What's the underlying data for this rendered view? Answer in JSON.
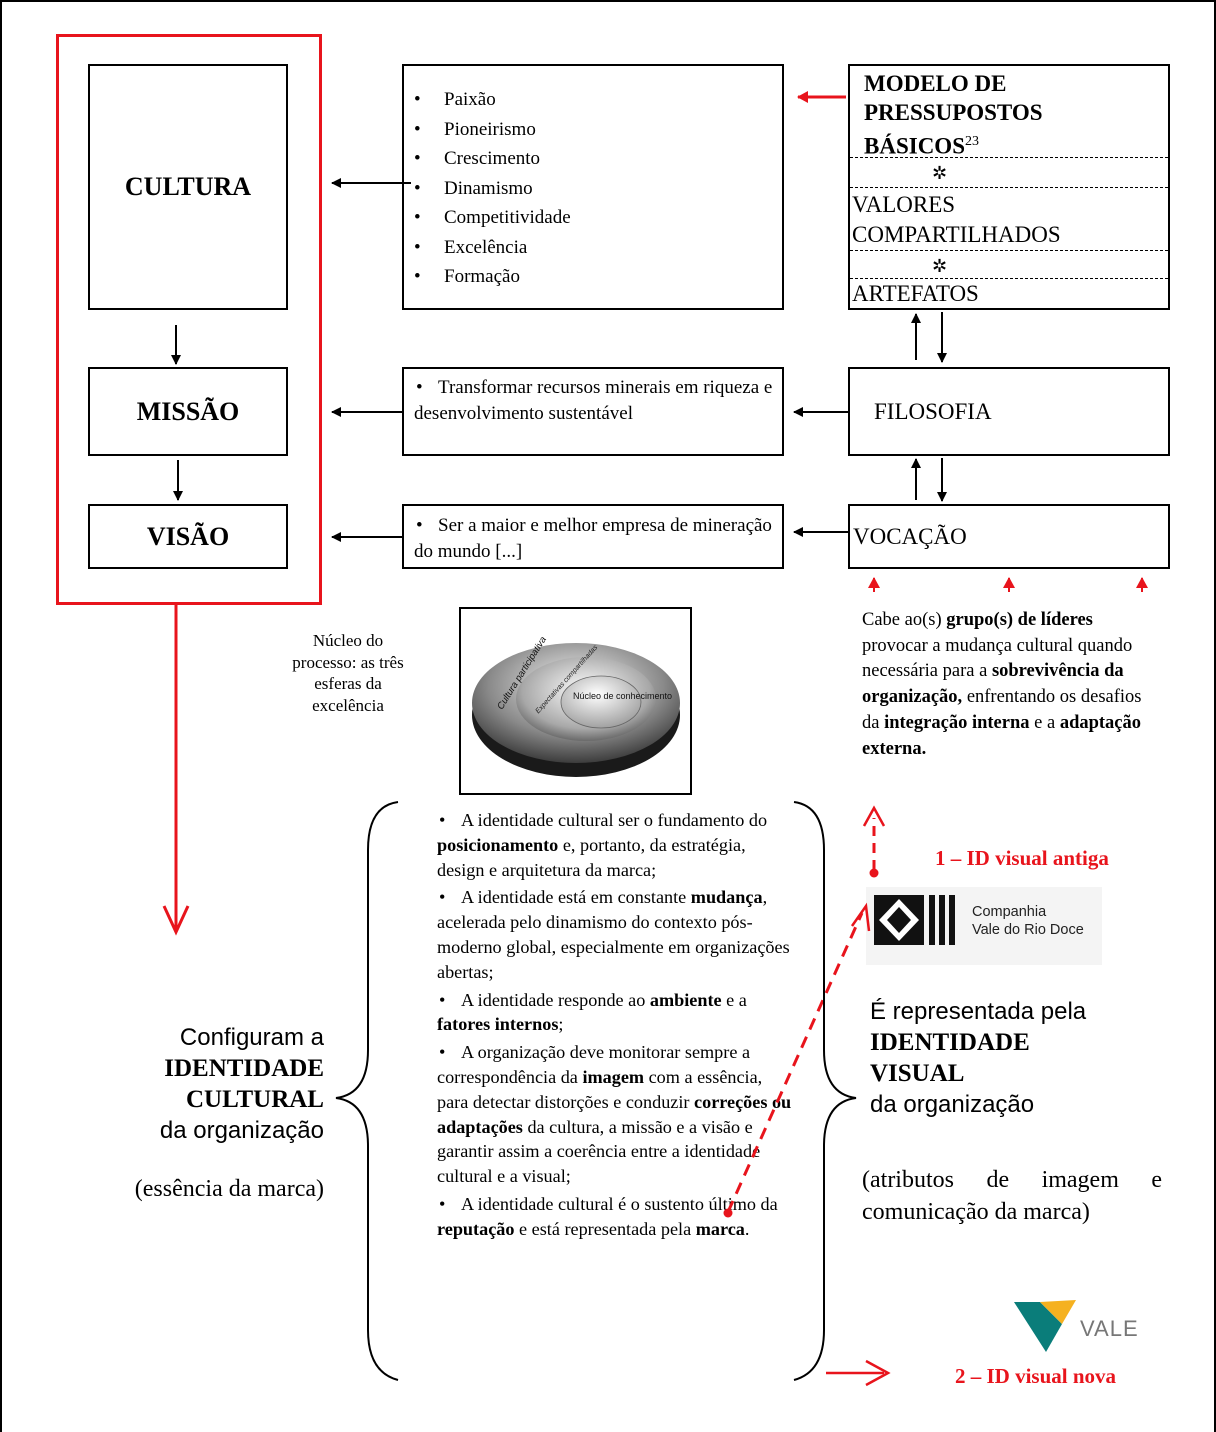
{
  "left_boxes": {
    "cultura": "CULTURA",
    "missao": "MISSÃO",
    "visao": "VISÃO"
  },
  "values_list": [
    "Paixão",
    "Pioneirismo",
    "Crescimento",
    "Dinamismo",
    "Competitividade",
    "Excelência",
    "Formação"
  ],
  "mission_text": "Transformar recursos minerais em riqueza e desenvolvimento sustentável",
  "vision_text": "Ser a maior e melhor empresa de mineração do mundo [...]",
  "schein_model": {
    "title": "MODELO DE PRESSUPOSTOS BÁSICOS",
    "footnote": "23",
    "star": "✲",
    "level2": "VALORES COMPARTILHADOS",
    "level3": "ARTEFATOS"
  },
  "filosofia": "FILOSOFIA",
  "vocacao": "VOCAÇÃO",
  "nucleus_caption": "Núcleo do processo: as três esferas da excelência",
  "spheres": {
    "outer": "Cultura participativa",
    "middle": "Expectativas compartilhadas",
    "core": "Núcleo de conhecimento"
  },
  "leaders_text": {
    "p1": "Cabe ao(s) ",
    "b1": "grupo(s) de líderes",
    "p2": " provocar a mudança cultural quando necessária para a ",
    "b2": "sobrevivência da organização,",
    "p3": " enfrentando os desafios da ",
    "b3": "integração interna",
    "p4": " e a ",
    "b4": "adaptação externa."
  },
  "bullets": [
    {
      "t1": "A identidade cultural ser o fundamento do ",
      "b1": "posicionamento",
      "t2": " e, portanto, da estratégia, design e arquitetura da marca;"
    },
    {
      "t1": "A identidade está em constante ",
      "b1": "mudança",
      "t2": ", acelerada pelo dinamismo do contexto pós-moderno global, especialmente em organizações abertas;"
    },
    {
      "t1": "A identidade responde ao ",
      "b1": "ambiente",
      "t2": " e a ",
      "b2": "fatores internos",
      "t3": ";"
    },
    {
      "t1": "A organização deve monitorar sempre a correspondência da ",
      "b1": "imagem",
      "t2": " com a essência, para detectar distorções e conduzir ",
      "b2": "correções ou adaptações",
      "t3": " da cultura, a missão e a visão e garantir assim a coerência entre a identidade cultural e a visual;"
    },
    {
      "t1": "A identidade cultural é o sustento último da ",
      "b1": "reputação",
      "t2": " e está representada pela ",
      "b2": "marca",
      "t3": "."
    }
  ],
  "left_caption": {
    "l1": "Configuram a",
    "l2": "IDENTIDADE",
    "l3": "CULTURAL",
    "l4": "da organização",
    "l5": "(essência da marca)"
  },
  "right_caption": {
    "l1": "É representada pela",
    "l2": "IDENTIDADE",
    "l3": "VISUAL",
    "l4": "da organização",
    "l5": "(atributos de imagem e comunicação da marca)"
  },
  "old_logo": {
    "label": "1 – ID visual antiga",
    "line1": "Companhia",
    "line2": "Vale do Rio Doce"
  },
  "new_logo": {
    "label": "2 – ID visual nova",
    "text": "VALE"
  },
  "colors": {
    "red": "#e8141c",
    "vale_green": "#0a7d7a",
    "vale_yellow": "#f5b120"
  }
}
